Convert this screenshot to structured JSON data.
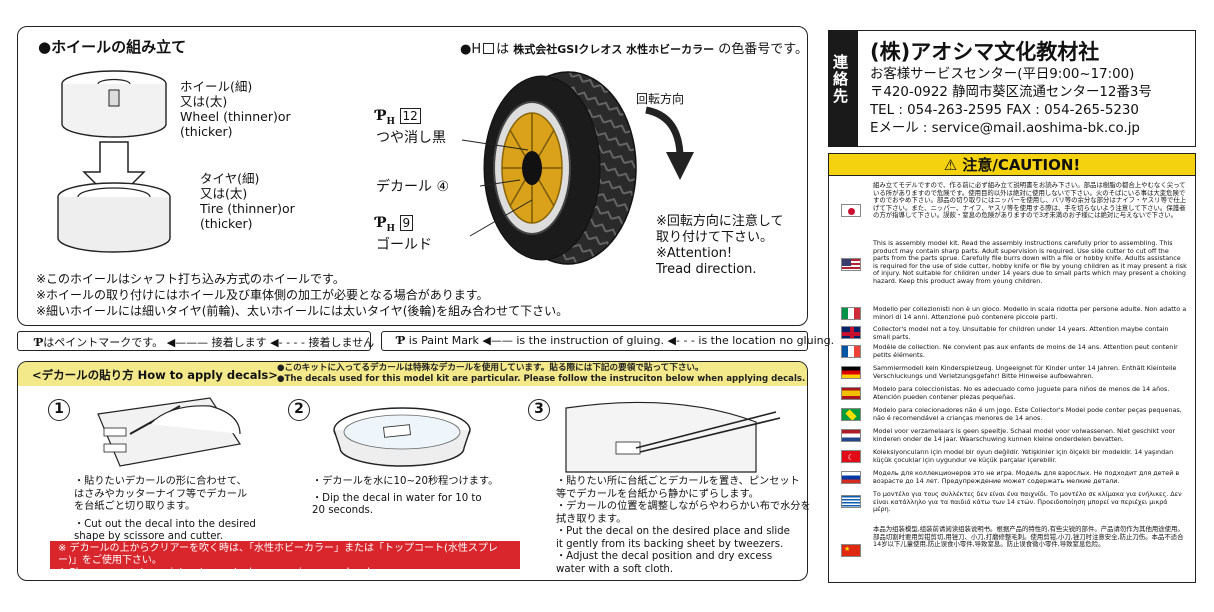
{
  "wheel": {
    "heading": "●ホイールの組み立て",
    "paint_note_prefix": "●H",
    "paint_note_mid": "は",
    "paint_note_brand": "株式会社GSIクレオス 水性ホビーカラー",
    "paint_note_suffix": "の色番号です。",
    "wheel_label_jp1": "ホイール(細)",
    "wheel_label_jp2": "又は(太)",
    "wheel_label_en1": "Wheel (thinner)or",
    "wheel_label_en2": "(thicker)",
    "tire_label_jp1": "タイヤ(細)",
    "tire_label_jp2": "又は(太)",
    "tire_label_en1": "Tire (thinner)or",
    "tire_label_en2": "(thicker)",
    "callout_color1_code": "12",
    "callout_color1_name": "つや消し黒",
    "callout_decal": "デカール ④",
    "callout_color2_code": "9",
    "callout_color2_name": "ゴールド",
    "rotation_label": "回転方向",
    "tread_note_jp1": "※回転方向に注意して",
    "tread_note_jp2": "取り付けて下さい。",
    "tread_note_en1": "※Attention!",
    "tread_note_en2": "Tread direction.",
    "notes": [
      "※このホイールはシャフト打ち込み方式のホイールです。",
      "※ホイールの取り付けにはホイール及び車体側の加工が必要となる場合があります。",
      "※細いホイールには細いタイヤ(前輪)、太いホイールには太いタイヤ(後輪)を組み合わせて下さい。"
    ]
  },
  "legend": {
    "jp_paint": "はペイントマークです。",
    "jp_glue": "接着します",
    "jp_noglue": "接着しません",
    "en_paint": "is Paint Mark",
    "en_glue": "is the instruction of gluing.",
    "en_noglue": "is the location no gluing."
  },
  "decals": {
    "heading": "<デカールの貼り方 How to apply decals>",
    "note_jp": "●このキットに入ってるデカールは特殊なデカールを使用しています。貼る際には下記の要領で貼って下さい。",
    "note_en": "●The decals used for this model kit are particular. Please follow the instruciton below when applying decals.",
    "steps": [
      {
        "num": "1",
        "lines": [
          "・貼りたいデカールの形に合わせて、",
          "  はさみやカッターナイフ等でデカール",
          "  を台紙ごと切り取ります。",
          "・Cut out the decal into the desired",
          "  shape by scissore and cutter."
        ]
      },
      {
        "num": "2",
        "lines": [
          "・デカールを水に10~20秒程つけます。",
          "・Dip the decal in water for 10 to",
          "  20 seconds."
        ]
      },
      {
        "num": "3",
        "lines": [
          "・貼りたい所に台紙ごとデカールを置き、ピンセット",
          "  等でデカールを台紙から静かにずらします。",
          "・デカールの位置を調整しながらやわらかい布で水分を",
          "  拭き取ります。",
          "・Put the decal on the desired place and slide",
          "  it gently from its backing sheet by tweezers.",
          "・Adjust the decal position and dry excess",
          "  water with a soft cloth."
        ]
      }
    ],
    "warn_jp": "※ デカールの上からクリアーを吹く時は、「水性ホビーカラー」または「トップコート(水性スプレー)」をご使用下さい。",
    "warn_en": "※ Please use water paint or topcoat when spraying over decals."
  },
  "contact": {
    "tab_label": "連絡先",
    "company": "(株)アオシマ文化教材社",
    "center": "お客様サービスセンター(平日9:00~17:00)",
    "address": "〒420-0922 静岡市葵区流通センター12番3号",
    "tel_fax": "TEL : 054-263-2595    FAX : 054-265-5230",
    "email": "Eメール : service@mail.aoshima-bk.co.jp"
  },
  "caution": {
    "title": "⚠ 注意/CAUTION!",
    "languages": [
      {
        "flag": "japan",
        "text": "組み立てモデルですので、作る前に必ず組み立て説明書をお読み下さい。部品は樹脂の都合上やむなく尖っている所がありますので危険です。使用目的以外は絶対に使用しないで下さい。火のそばにいる事は大変危険ですのでおやめ下さい。部品の切り取りにはニッパーを使用し、バリ等の余分な部分はナイフ・ヤスリ等で仕上げて下さい。また、ニッパー、ナイフ、ヤスリ等を使用する際は、手を切らないよう注意して下さい。保護者の方が指導して下さい。誤飲・窒息の危険がありますので3才未満のお子様には絶対に与えないで下さい。"
      },
      {
        "flag": "usa",
        "text": "This is assembly model kit. Read the assembly instructions carefully prior to assembling. This product may contain sharp parts. Adult supervision is required. Use side cutter to cut off the parts from the parts sprue. Carefully file burrs down with a file or hobby knife. Adults assistance is required for the use of side cutter, hobby knife or file by young children as it may present a risk of injury. Not suitable for children under 14 years due to small parts which may present a choking hazard. Keep this product away from young children."
      },
      {
        "flag": "italy",
        "text": "Modello per collezionisti non è un gioco. Modello in scala ridotta per persone adulte. Non adatto a minori di 14 anni. Attenzione può contenere piccole parti."
      },
      {
        "flag": "uk",
        "text": "Collector's model not a toy. Unsuitable for children under 14 years. Attention maybe contain small parts."
      },
      {
        "flag": "france",
        "text": "Modèle de collection. Ne convient pas aux enfants de moins de 14 ans. Attention peut contenir petits éléments."
      },
      {
        "flag": "germany",
        "text": "Sammlermodell kein Kinderspielzeug. Ungeeignet für Kinder unter 14 Jahren. Enthält Kleinteile Verschluckungs und Verletzungsgefahr! Bitte Hinweise aufbewahren."
      },
      {
        "flag": "spain",
        "text": "Modelo para coleccionistas. No es adecuado como juguete para niños de menos de 14 años. Atención pueden contener piezas pequeñas."
      },
      {
        "flag": "brazil",
        "text": "Modelo para colecionadores não é um jogo. Este Collector's Model pode conter peças pequenas, não é recomendável a crianças menores de 14 anos."
      },
      {
        "flag": "netherlands",
        "text": "Model voor verzamelaars is geen speeltje. Schaal model voor volwassenen. Niet geschikt voor kinderen onder de 14 jaar. Waarschuwing kunnen kleine onderdelen bevatten."
      },
      {
        "flag": "turkey",
        "text": "Koleksiyoncuların için model bir oyun değildir. Yetişkinler için ölçekli bir modeldir. 14 yaşından küçük çocuklar için uygundur ve küçük parçalar içerebilir."
      },
      {
        "flag": "russia",
        "text": "Модель для коллекционеров это не игра. Модель для взрослых. Не подходит для детей в возрасте до 14 лет. Предупреждение может содержать мелкие детали."
      },
      {
        "flag": "greece",
        "text": "Το μοντέλο για τους συλλέκτες δεν είναι ένα παιχνίδι. Το μοντέλο σε κλίμακα για ενήλικες. Δεν είναι κατάλληλο για τα παιδιά κάτω των 14 ετών. Προειδοποίηση μπορεί να περιέχει μικρά μέρη."
      },
      {
        "flag": "china",
        "text": "本品为组装模型,组装前请阅读组装说明书。根据产品的特性的,有些尖锐的部件。产品请勿作为其他用途使用。部品切割时要用剪钳剪切,用锉刀、小刀,打磨修整毛刺。使用剪钳,小刀,锉刀时注意安全,防止刀伤。本品不适合14岁以下儿童使用,防止误食小零件,导致窒息。防止误食微小零件,导致窒息危险。"
      }
    ]
  }
}
